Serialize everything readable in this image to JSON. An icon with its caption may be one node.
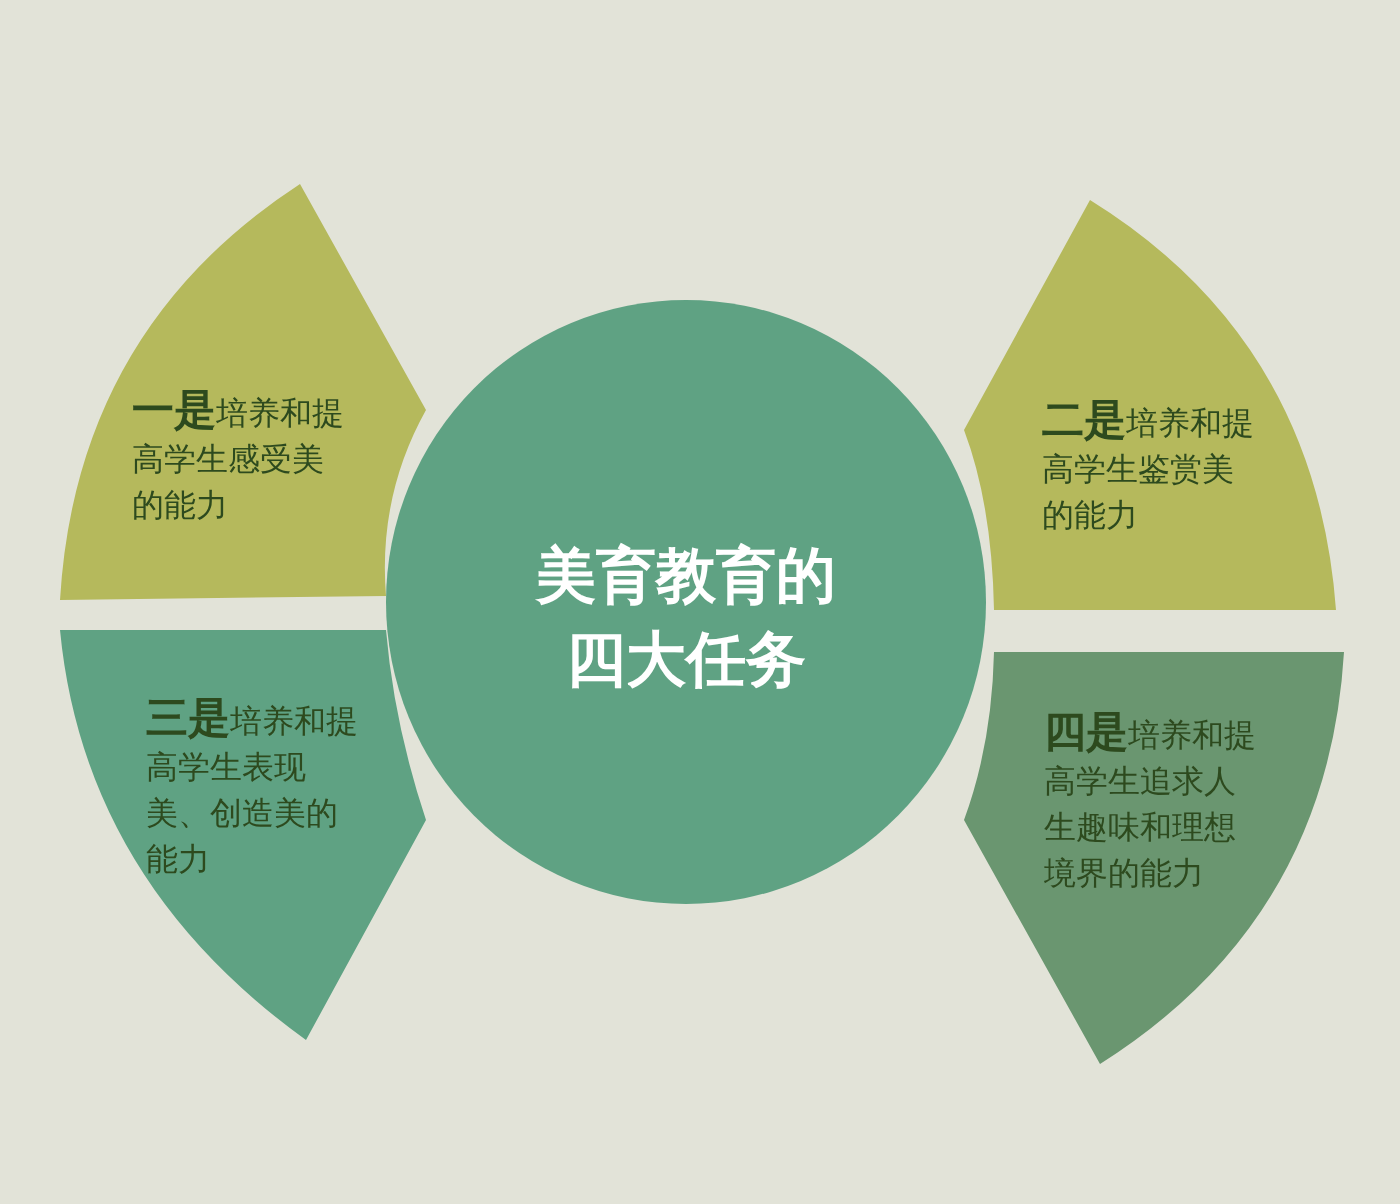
{
  "diagram": {
    "nodes": [
      {
        "text": [
          "美育教育的四大任务"
        ]
      },
      {
        "text": [
          "**一是**培养和提高学生感受美的能力"
        ]
      },
      {
        "text": [
          "**二是**培养和提高学生鉴赏美的能力"
        ]
      },
      {
        "text": [
          "**三是**培养和提高学生表现美、创造美的能力"
        ]
      },
      {
        "text": [
          "**四是**培养和提高学生追求人生趣味和理想境界的能力"
        ]
      }
    ]
  }
}
